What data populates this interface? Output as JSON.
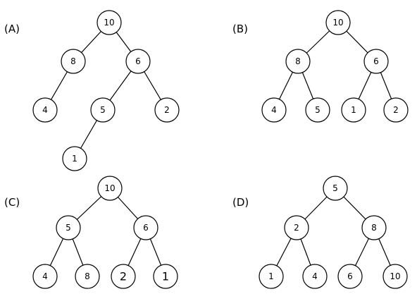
{
  "panels": [
    {
      "label": "(A)",
      "nodes": [
        {
          "id": "a10",
          "value": "10"
        },
        {
          "id": "a8",
          "value": "8"
        },
        {
          "id": "a6",
          "value": "6"
        },
        {
          "id": "a4",
          "value": "4"
        },
        {
          "id": "a5",
          "value": "5"
        },
        {
          "id": "a2",
          "value": "2"
        },
        {
          "id": "a1",
          "value": "1"
        }
      ],
      "edges": [
        [
          "a10",
          "a8"
        ],
        [
          "a10",
          "a6"
        ],
        [
          "a8",
          "a4"
        ],
        [
          "a6",
          "a5"
        ],
        [
          "a6",
          "a2"
        ],
        [
          "a5",
          "a1"
        ]
      ]
    },
    {
      "label": "(B)",
      "nodes": [
        {
          "id": "b10",
          "value": "10"
        },
        {
          "id": "b8",
          "value": "8"
        },
        {
          "id": "b6",
          "value": "6"
        },
        {
          "id": "b4",
          "value": "4"
        },
        {
          "id": "b5",
          "value": "5"
        },
        {
          "id": "b1",
          "value": "1"
        },
        {
          "id": "b2",
          "value": "2"
        }
      ],
      "edges": [
        [
          "b10",
          "b8"
        ],
        [
          "b10",
          "b6"
        ],
        [
          "b8",
          "b4"
        ],
        [
          "b8",
          "b5"
        ],
        [
          "b6",
          "b1"
        ],
        [
          "b6",
          "b2"
        ]
      ]
    },
    {
      "label": "(C)",
      "nodes": [
        {
          "id": "c10",
          "value": "10"
        },
        {
          "id": "c5",
          "value": "5"
        },
        {
          "id": "c6",
          "value": "6"
        },
        {
          "id": "c4",
          "value": "4"
        },
        {
          "id": "c8",
          "value": "8"
        },
        {
          "id": "c2",
          "value": "2"
        },
        {
          "id": "c1",
          "value": "1"
        }
      ],
      "edges": [
        [
          "c10",
          "c5"
        ],
        [
          "c10",
          "c6"
        ],
        [
          "c5",
          "c4"
        ],
        [
          "c5",
          "c8"
        ],
        [
          "c6",
          "c2"
        ],
        [
          "c6",
          "c1"
        ]
      ]
    },
    {
      "label": "(D)",
      "nodes": [
        {
          "id": "d5",
          "value": "5"
        },
        {
          "id": "d2",
          "value": "2"
        },
        {
          "id": "d8",
          "value": "8"
        },
        {
          "id": "d1",
          "value": "1"
        },
        {
          "id": "d4",
          "value": "4"
        },
        {
          "id": "d6",
          "value": "6"
        },
        {
          "id": "d10",
          "value": "10"
        }
      ],
      "edges": [
        [
          "d5",
          "d2"
        ],
        [
          "d5",
          "d8"
        ],
        [
          "d2",
          "d1"
        ],
        [
          "d2",
          "d4"
        ],
        [
          "d8",
          "d6"
        ],
        [
          "d8",
          "d10"
        ]
      ]
    }
  ]
}
